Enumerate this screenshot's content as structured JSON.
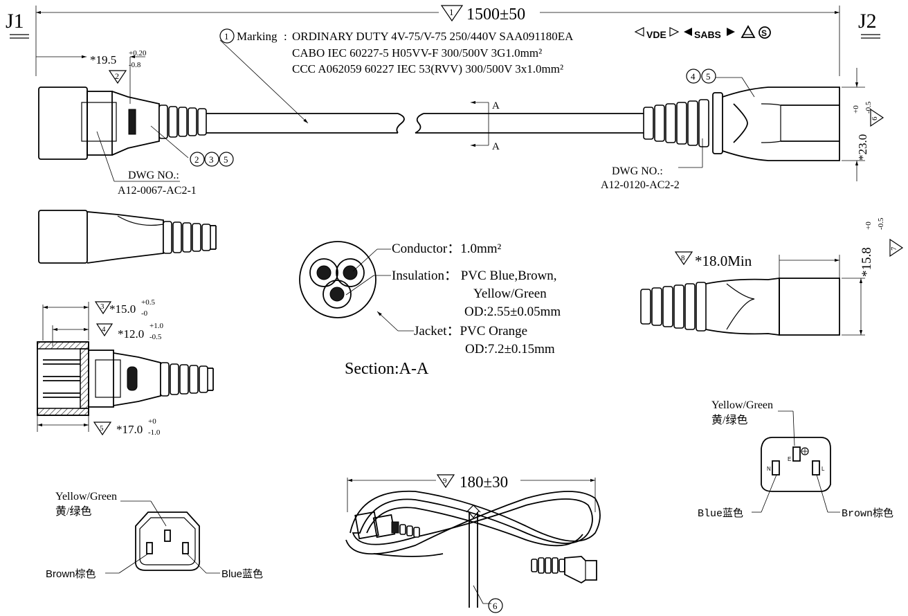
{
  "labels": {
    "j1": "J1",
    "j2": "J2",
    "total_length": "1500±50",
    "total_length_tag": "1",
    "dim_19_5": "*19.5",
    "dim_19_5_tol_plus": "+0.20",
    "dim_19_5_tol_minus": "-0.8",
    "dim_19_5_tag": "2",
    "marking_tag": "1",
    "marking_title": "Marking",
    "marking_line1": "ORDINARY DUTY 4V-75/V-75 250/440V  SAA091180EA",
    "marking_line2": "CABO  IEC 60227-5  H05VV-F 300/500V 3G1.0mm²",
    "marking_line3": "CCC  A062059  60227  IEC 53(RVV) 300/500V 3x1.0mm²",
    "mark_vde": "VDE",
    "mark_sabs": "SABS",
    "mark_s": "S",
    "section_a_top": "A",
    "section_a_bottom": "A",
    "callout_235": [
      "2",
      "3",
      "5"
    ],
    "callout_45": [
      "4",
      "5"
    ],
    "dwg_left_label": "DWG NO.:",
    "dwg_left_no": "A12-0067-AC2-1",
    "dwg_right_label": "DWG NO.:",
    "dwg_right_no": "A12-0120-AC2-2",
    "dim_23": "*23.0",
    "dim_23_tol_plus": "+0",
    "dim_23_tol_minus": "-0.5",
    "dim_23_tag": "6",
    "conductor": "Conductor：1.0mm²",
    "insulation": "Insulation：  PVC  Blue,Brown,",
    "insulation_2": "Yellow/Green",
    "insulation_od": "OD:2.55±0.05mm",
    "jacket": "Jacket：PVC Orange",
    "jacket_od": "OD:7.2±0.15mm",
    "section_label": "Section:A-A",
    "dim_18": "*18.0Min",
    "dim_18_tag": "8",
    "dim_15_8": "*15.8",
    "dim_15_8_tol_plus": "+0",
    "dim_15_8_tol_minus": "-0.5",
    "dim_15_8_tag": "7",
    "dim_15": "*15.0",
    "dim_15_tol_plus": "+0.5",
    "dim_15_tol_minus": "-0",
    "dim_15_tag": "3",
    "dim_12": "*12.0",
    "dim_12_tol_plus": "+1.0",
    "dim_12_tol_minus": "-0.5",
    "dim_12_tag": "4",
    "dim_17": "*17.0",
    "dim_17_tol_plus": "+0",
    "dim_17_tol_minus": "-1.0",
    "dim_17_tag": "5",
    "coil_length": "180±30",
    "coil_length_tag": "9",
    "coil_tie_tag": "6",
    "left_face_yg": "Yellow/Green",
    "left_face_yg_cn": "黄/绿色",
    "left_face_brown": "Brown棕色",
    "left_face_blue": "Blue蓝色",
    "right_face_yg": "Yellow/Green",
    "right_face_yg_cn": "黄/绿色",
    "right_face_blue": "Blue蓝色",
    "right_face_brown": "Brown棕色",
    "pin_n": "N",
    "pin_e": "E",
    "pin_l": "L"
  },
  "colors": {
    "ink": "#000000",
    "paper": "#ffffff",
    "fill_dark": "#1a1a1a"
  }
}
